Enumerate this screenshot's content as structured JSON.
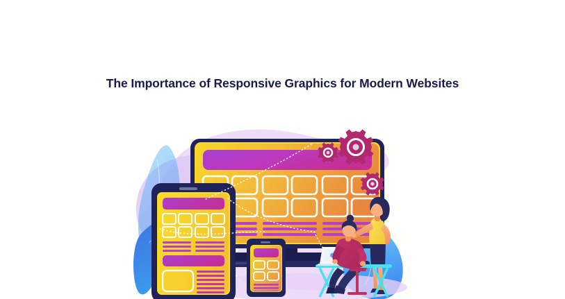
{
  "page": {
    "background_color": "#fefefc",
    "title": "The Importance of Responsive Graphics for Modern Websites",
    "title_color": "#1b1b4b"
  },
  "illustration": {
    "name": "responsive-web-design-devices",
    "alt_summary": "Flat vector illustration of a desktop monitor, tablet, and two smartphones showing identical responsive website layouts, connected by dotted lines, with three gears and two people working at a desk with a laptop.",
    "palette": {
      "screen_yellow": "#f6d626",
      "screen_orange": "#ea9142",
      "header_purple": "#b43bc8",
      "header_magenta": "#c0309a",
      "device_frame_navy": "#20225a",
      "gear_magenta": "#b0296f",
      "blob_lavender": "#e9d5f7",
      "blob_violet": "#cdaaf0",
      "leaf_blue": "#4aa9f5",
      "leaf_indigo": "#3b5bdb",
      "desk_cyan": "#46e3ee",
      "skin_tone": "#f2a06a",
      "shirt_crimson": "#b92c62",
      "top_yellow": "#f7d84a",
      "pants_navy": "#262a5e",
      "stool_red": "#c0345a",
      "laptop_white": "#f4f7fb",
      "dotted_line": "#ffffff"
    },
    "devices": [
      {
        "name": "desktop-monitor",
        "header_bar": true,
        "card_groups": 3,
        "card_rows": 2,
        "cards_per_group_per_row": 2,
        "text_line_groups": 3,
        "text_lines_per_group": 3
      },
      {
        "name": "tablet",
        "header_bars": 2,
        "card_rows": 2,
        "cards_per_row": 4,
        "text_lines_top": 3,
        "has_large_image_block": true,
        "text_lines_side": 8
      },
      {
        "name": "smartphone-large",
        "header_bar": true,
        "card_rows": 2,
        "cards_per_row": 2,
        "text_lines": 3
      }
    ],
    "decorations": {
      "gears": 3,
      "dotted_connector_lines": 3,
      "background_blobs": 5
    },
    "people": [
      {
        "name": "seated-man-with-laptop",
        "top_color": "#b92c62",
        "bottom_color": "#262a5e"
      },
      {
        "name": "standing-woman",
        "top_color": "#f7d84a",
        "bottom_color": "#262a5e"
      }
    ]
  }
}
